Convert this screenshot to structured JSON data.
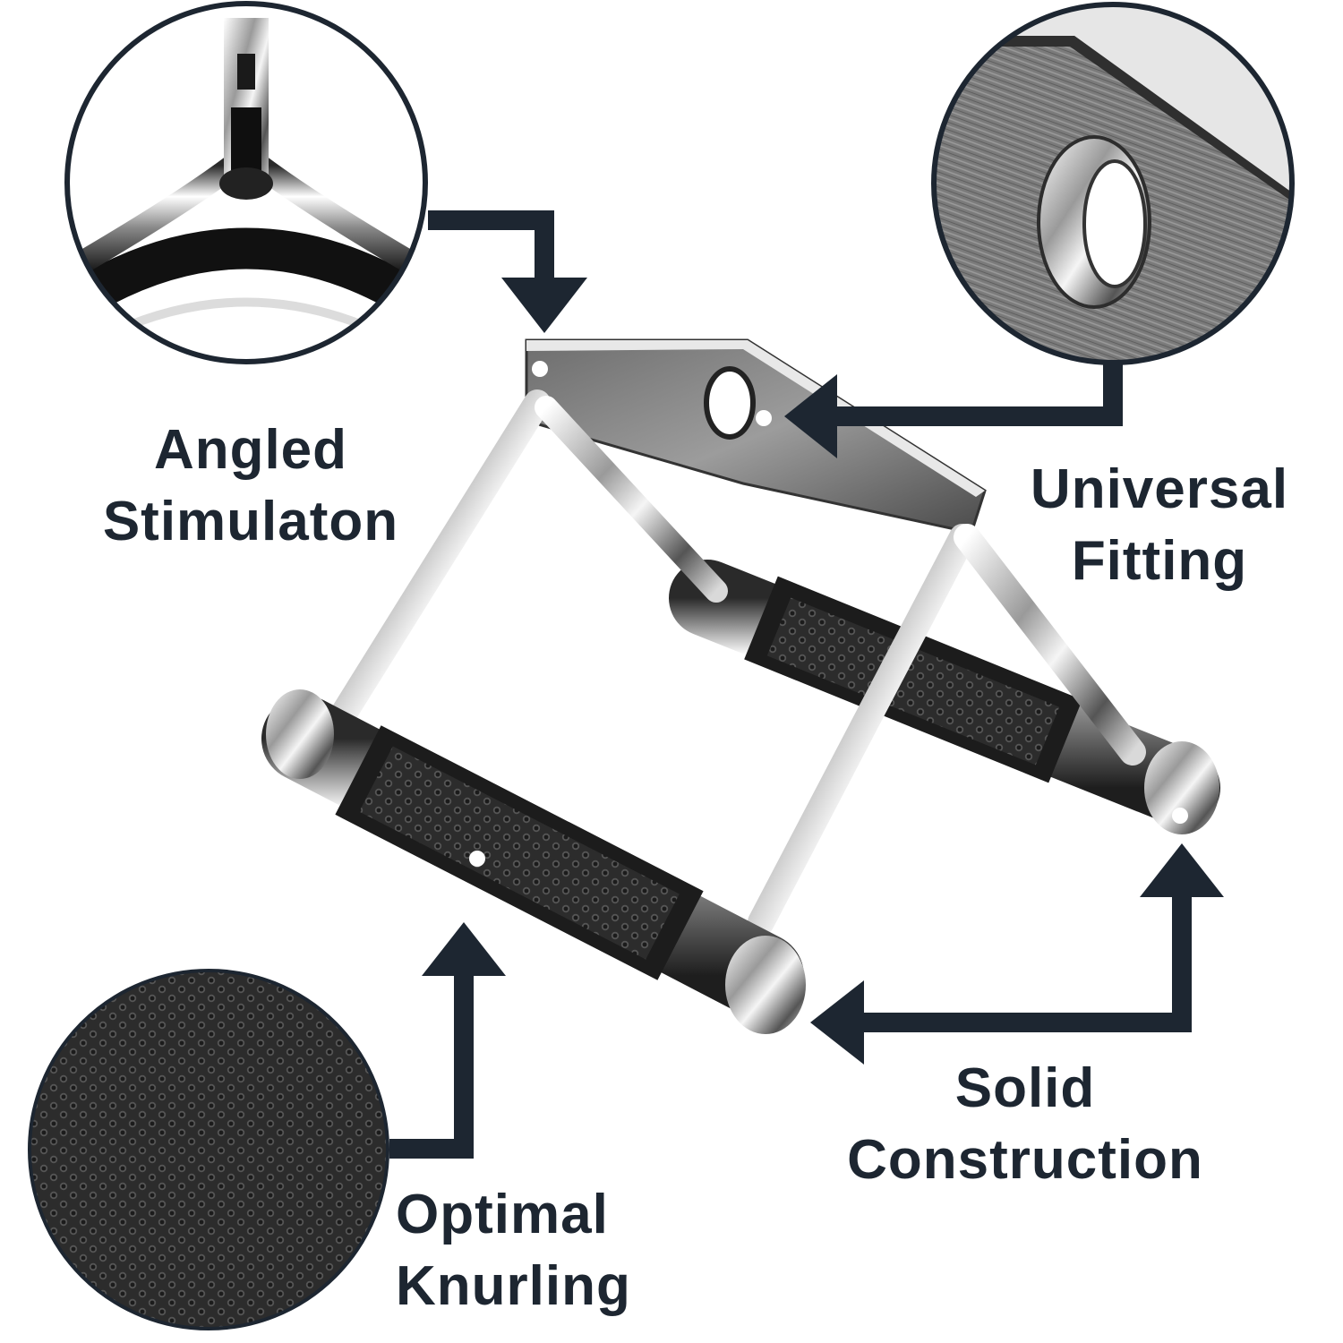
{
  "colors": {
    "text": "#1d2631",
    "arrow": "#1d2631",
    "chrome_light": "#f2f2f2",
    "chrome_dark": "#2b2b2b",
    "grip": "#1c1c1c"
  },
  "features": {
    "angled": {
      "line1": "Angled",
      "line2": "Stimulaton"
    },
    "fitting": {
      "line1": "Universal",
      "line2": "Fitting"
    },
    "construction": {
      "line1": "Solid",
      "line2": "Construction"
    },
    "knurling": {
      "line1": "Optimal",
      "line2": "Knurling"
    }
  },
  "icons": {
    "angled": "chrome-junction-closeup",
    "fitting": "mounting-hole-closeup",
    "knurling": "knurled-texture-closeup",
    "product": "cable-attachment-handle"
  }
}
